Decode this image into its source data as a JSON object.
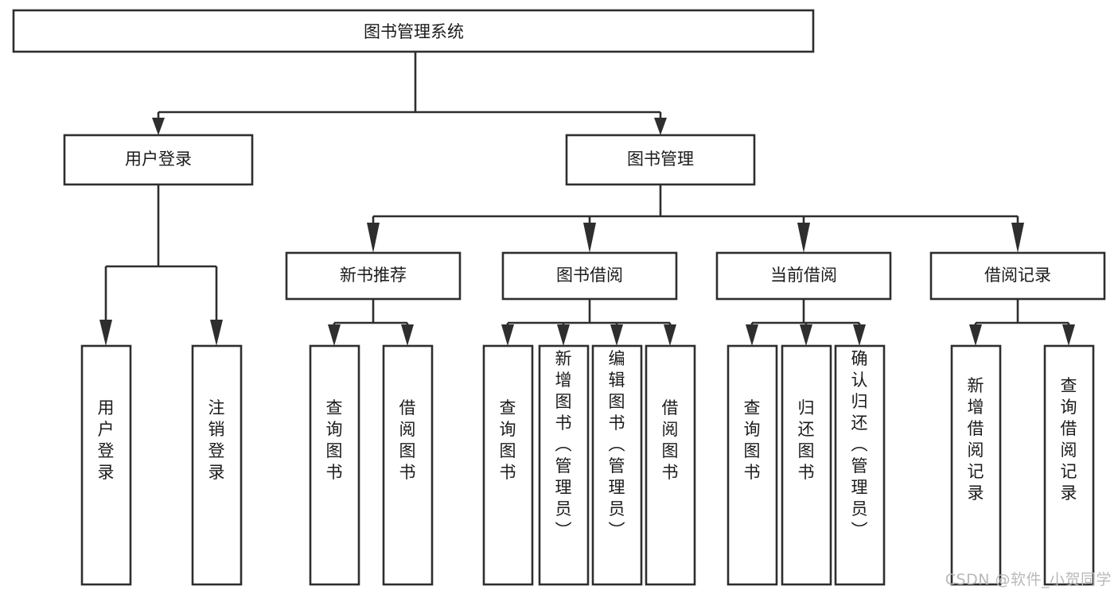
{
  "diagram": {
    "type": "tree-hierarchy",
    "title": "图书管理系统",
    "watermark": "CSDN @软件_小贺同学",
    "colors": {
      "stroke": "#2e2e2e",
      "box_fill": "#ffffff",
      "text": "#1b1b1b",
      "background": "#ffffff",
      "watermark": "#b9b9b9"
    },
    "nodes": {
      "root": {
        "label": "图书管理系统"
      },
      "level2": [
        {
          "label": "用户登录"
        },
        {
          "label": "图书管理"
        }
      ],
      "level3": [
        {
          "label": "新书推荐"
        },
        {
          "label": "图书借阅"
        },
        {
          "label": "当前借阅"
        },
        {
          "label": "借阅记录"
        }
      ],
      "leaves": {
        "user_login": [
          {
            "label": "用户登录"
          },
          {
            "label": "注销登录"
          }
        ],
        "new_book_recommend": [
          {
            "label": "查询图书"
          },
          {
            "label": "借阅图书"
          }
        ],
        "book_borrow": [
          {
            "label": "查询图书"
          },
          {
            "label": "新增图书（管理员）"
          },
          {
            "label": "编辑图书（管理员）"
          },
          {
            "label": "借阅图书"
          }
        ],
        "current_borrow": [
          {
            "label": "查询图书"
          },
          {
            "label": "归还图书"
          },
          {
            "label": "确认归还（管理员）"
          }
        ],
        "borrow_record": [
          {
            "label": "新增借阅记录"
          },
          {
            "label": "查询借阅记录"
          }
        ]
      }
    }
  }
}
